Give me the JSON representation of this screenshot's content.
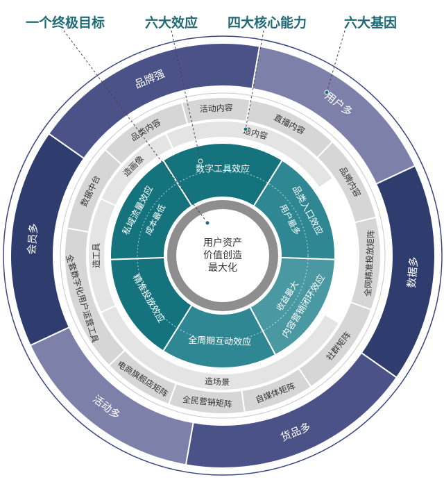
{
  "headers": [
    "一个终极目标",
    "六大效应",
    "四大核心能力",
    "六大基因"
  ],
  "center": [
    "用户资产",
    "价值创造",
    "最大化"
  ],
  "genes": [
    {
      "label": "用户多",
      "start": 10,
      "end": 65,
      "color": "#7d80a9"
    },
    {
      "label": "数据多",
      "start": 65,
      "end": 125,
      "color": "#2f3d6e"
    },
    {
      "label": "货品多",
      "start": 125,
      "end": 190,
      "color": "#4a5288"
    },
    {
      "label": "活动多",
      "start": 190,
      "end": 245,
      "color": "#7d80a9"
    },
    {
      "label": "会员多",
      "start": 245,
      "end": 305,
      "color": "#2f3d6e"
    },
    {
      "label": "品牌强",
      "start": 305,
      "end": 370,
      "color": "#4a5288"
    }
  ],
  "matrix_items": [
    {
      "label": "直播内容",
      "start": 10,
      "end": 44
    },
    {
      "label": "品牌内容",
      "start": 44,
      "end": 76
    },
    {
      "label": "全网精准投放矩阵",
      "start": 76,
      "end": 110
    },
    {
      "label": "社群矩阵",
      "start": 110,
      "end": 146
    },
    {
      "label": "自媒体矩阵",
      "start": 146,
      "end": 172
    },
    {
      "label": "全民营销矩阵",
      "start": 172,
      "end": 200
    },
    {
      "label": "电商旗舰店矩阵",
      "start": 200,
      "end": 226
    },
    {
      "label": "全套数字化用户运营工具",
      "start": 226,
      "end": 280
    },
    {
      "label": "数据中台",
      "start": 280,
      "end": 312
    },
    {
      "label": "品类内容",
      "start": 312,
      "end": 345
    },
    {
      "label": "活动内容",
      "start": 345,
      "end": 370
    }
  ],
  "capabilities": [
    {
      "label": "造内容",
      "start": 335,
      "end": 55
    },
    {
      "label": "造场景",
      "start": 120,
      "end": 245
    },
    {
      "label": "造工具",
      "start": 245,
      "end": 295
    },
    {
      "label": "造画像",
      "start": 295,
      "end": 335
    }
  ],
  "effects": [
    {
      "label": "数字工具效应",
      "sub": "",
      "start": 328,
      "end": 32,
      "color": "#14737d"
    },
    {
      "label": "品类入口效应",
      "sub": "用户最多",
      "start": 32,
      "end": 92,
      "color": "#2e8792"
    },
    {
      "label": "内容营销闭环效应",
      "sub": "收益最大",
      "start": 92,
      "end": 152,
      "color": "#4a98a2"
    },
    {
      "label": "全周期互动效应",
      "sub": "",
      "start": 152,
      "end": 212,
      "color": "#2e8792"
    },
    {
      "label": "精准投放效应",
      "sub": "",
      "start": 212,
      "end": 268,
      "color": "#14737d"
    },
    {
      "label": "私域流量效应",
      "sub": "成本最低",
      "start": 268,
      "end": 328,
      "color": "#14737d"
    }
  ],
  "colors": {
    "header": "#1e6a76",
    "ring_dark": "#2f3d6e",
    "ring_mid": "#4a5288",
    "ring_light": "#7d80a9",
    "matrix": "#d6d6d6",
    "capability": "#e4e4e4",
    "teal": "#14737d"
  }
}
